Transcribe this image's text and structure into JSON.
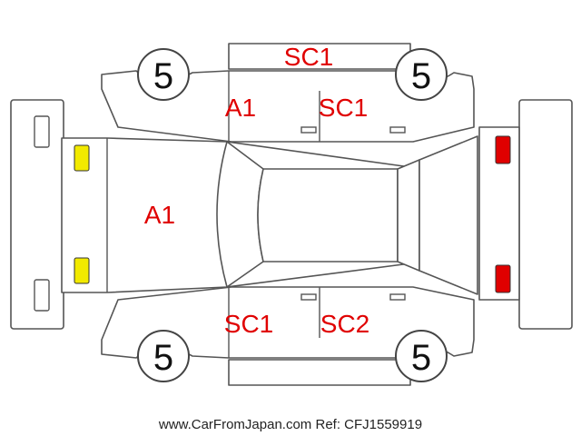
{
  "labels": {
    "roof_top": "SC1",
    "front_left_door": "A1",
    "rear_left_door": "SC1",
    "hood": "A1",
    "front_right_door": "SC1",
    "rear_right_door": "SC2"
  },
  "wheels": {
    "front_left": "5",
    "rear_left": "5",
    "front_right": "5",
    "rear_right": "5"
  },
  "colors": {
    "damage_code": "#e00000",
    "front_light": "#f2ea00",
    "rear_light": "#e00000",
    "outline": "#555555"
  },
  "footer": {
    "site": "www.CarFromJapan.com",
    "ref": "Ref: CFJ1559919"
  }
}
